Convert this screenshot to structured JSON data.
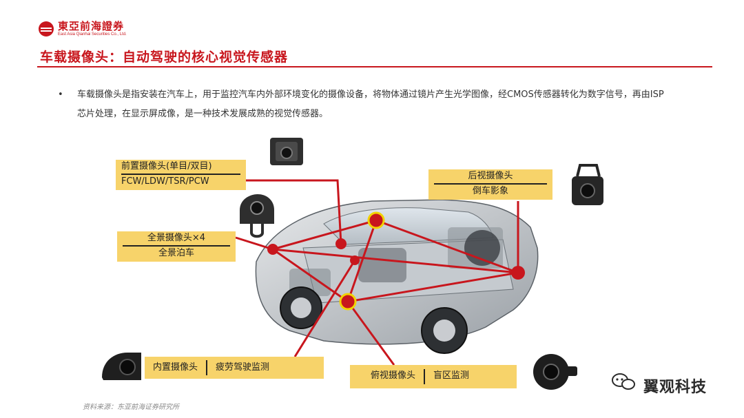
{
  "header": {
    "logo_cn": "東亞前海證券",
    "logo_en": "East Asia Qianhai Securities Co., Ltd."
  },
  "title": "车载摄像头：自动驾驶的核心视觉传感器",
  "bullet": {
    "text": "车载摄像头是指安装在汽车上，用于监控汽车内外部环境变化的摄像设备，将物体通过镜片产生光学图像，经CMOS传感器转化为数字信号，再由ISP芯片处理，在显示屏成像，是一种技术发展成熟的视觉传感器。"
  },
  "labels": {
    "front": {
      "title": "前置摄像头(单目/双目)",
      "detail": "FCW/LDW/TSR/PCW"
    },
    "rear": {
      "title": "后视摄像头",
      "detail": "倒车影象"
    },
    "surround": {
      "title": "全景摄像头×4",
      "detail": "全景泊车"
    },
    "interior": {
      "title": "内置摄像头",
      "detail": "疲劳驾驶监测"
    },
    "side": {
      "title": "俯视摄像头",
      "detail": "盲区监测"
    }
  },
  "colors": {
    "accent": "#c8161d",
    "label_bg": "#f7d36a",
    "marker_highlight": "#f2d200"
  },
  "footer": {
    "source": "资料来源：东亚前海证券研究所",
    "watermark": "翼观科技"
  }
}
